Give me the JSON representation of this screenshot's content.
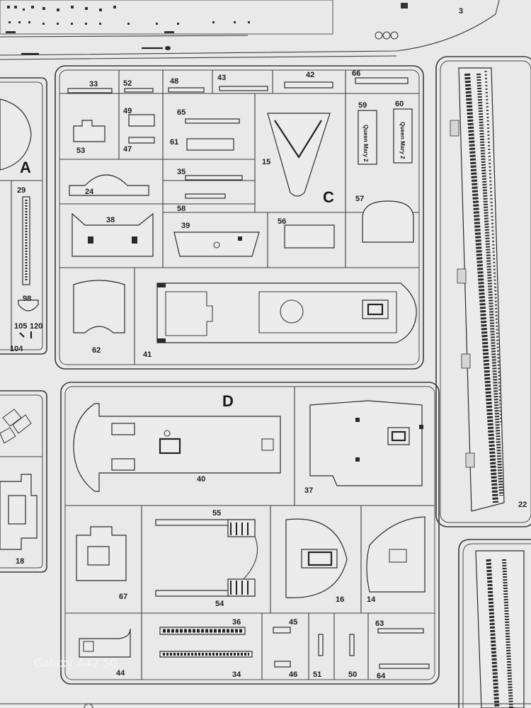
{
  "sheet": {
    "watermark": "Galaxy A42 5G",
    "qm_label": "Queen Mary 2",
    "frames": {
      "A": "A",
      "C": "C",
      "D": "D"
    },
    "part_numbers": {
      "p3": "3",
      "p33": "33",
      "p52": "52",
      "p48": "48",
      "p43": "43",
      "p42": "42",
      "p66": "66",
      "p49": "49",
      "p65": "65",
      "p59": "59",
      "p60": "60",
      "p53": "53",
      "p47": "47",
      "p61": "61",
      "p15": "15",
      "p35": "35",
      "p24": "24",
      "p58": "58",
      "p57": "57",
      "p29": "29",
      "p38": "38",
      "p39": "39",
      "p56": "56",
      "p98": "98",
      "p105": "105",
      "p120": "120",
      "p104": "104",
      "p62": "62",
      "p41": "41",
      "p40": "40",
      "p37": "37",
      "p22": "22",
      "p55": "55",
      "p18": "18",
      "p67": "67",
      "p54": "54",
      "p16": "16",
      "p14": "14",
      "p36": "36",
      "p45": "45",
      "p63": "63",
      "p44": "44",
      "p34": "34",
      "p46": "46",
      "p51": "51",
      "p50": "50",
      "p64": "64"
    }
  }
}
